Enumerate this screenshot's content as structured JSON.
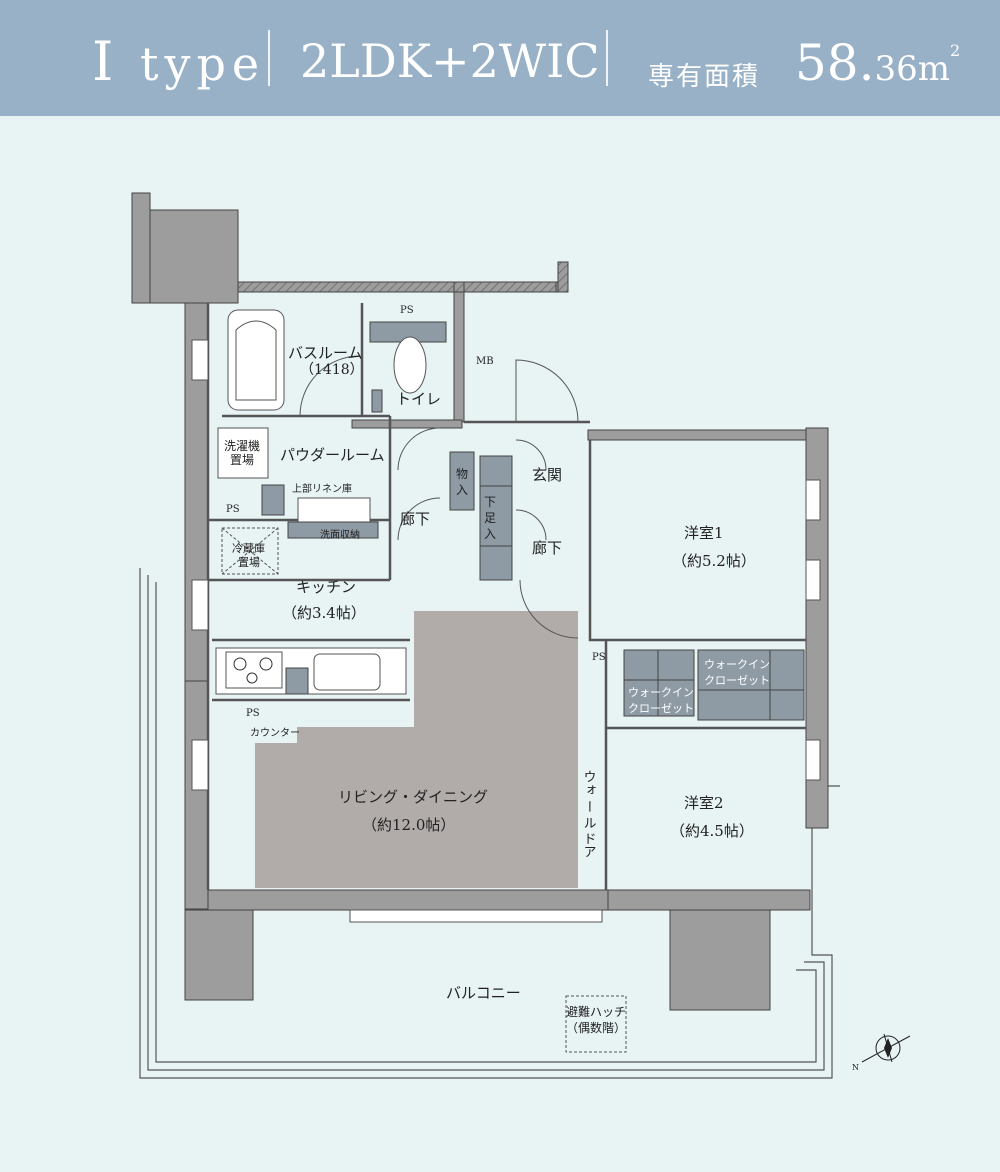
{
  "header": {
    "type_letter": "I",
    "type_word": "type",
    "plan": "2LDK+2WIC",
    "area_label": "専有面積",
    "area_int": "58.",
    "area_dec": "36",
    "area_unit": "m",
    "area_unit_sup": "2"
  },
  "rooms": {
    "bathroom": "バスルーム",
    "bathroom_size": "（1418）",
    "toilet": "トイレ",
    "mb": "MB",
    "ps": "PS",
    "powder_room": "パウダールーム",
    "washer_1": "洗濯機",
    "washer_2": "置場",
    "linen": "上部リネン庫",
    "vanity_storage": "洗面収納",
    "fridge_1": "冷蔵庫",
    "fridge_2": "置場",
    "storage_1": "物",
    "storage_2": "入",
    "shoe_1": "下",
    "shoe_2": "足",
    "shoe_3": "入",
    "hall": "廊下",
    "entrance": "玄関",
    "kitchen": "キッチン",
    "kitchen_size": "（約3.4帖）",
    "counter": "カウンター",
    "western1": "洋室1",
    "western1_size": "（約5.2帖）",
    "wic_1": "ウォークイン",
    "wic_2": "クローゼット",
    "wall_door_1": "ウォ",
    "wall_door_2": "ー",
    "wall_door_3": "ル",
    "wall_door_4": "ドア",
    "living": "リビング・ダイニング",
    "living_size": "（約12.0帖）",
    "western2": "洋室2",
    "western2_size": "（約4.5帖）",
    "balcony": "バルコニー",
    "hatch_1": "避難ハッチ",
    "hatch_2": "（偶数階）",
    "compass_n": "N"
  },
  "colors": {
    "header_bg": "#98b1c7",
    "page_bg": "#e8f3f4",
    "wall": "#9d9d9d",
    "living_floor": "#b1acaa",
    "closet": "#8e9ba5"
  }
}
